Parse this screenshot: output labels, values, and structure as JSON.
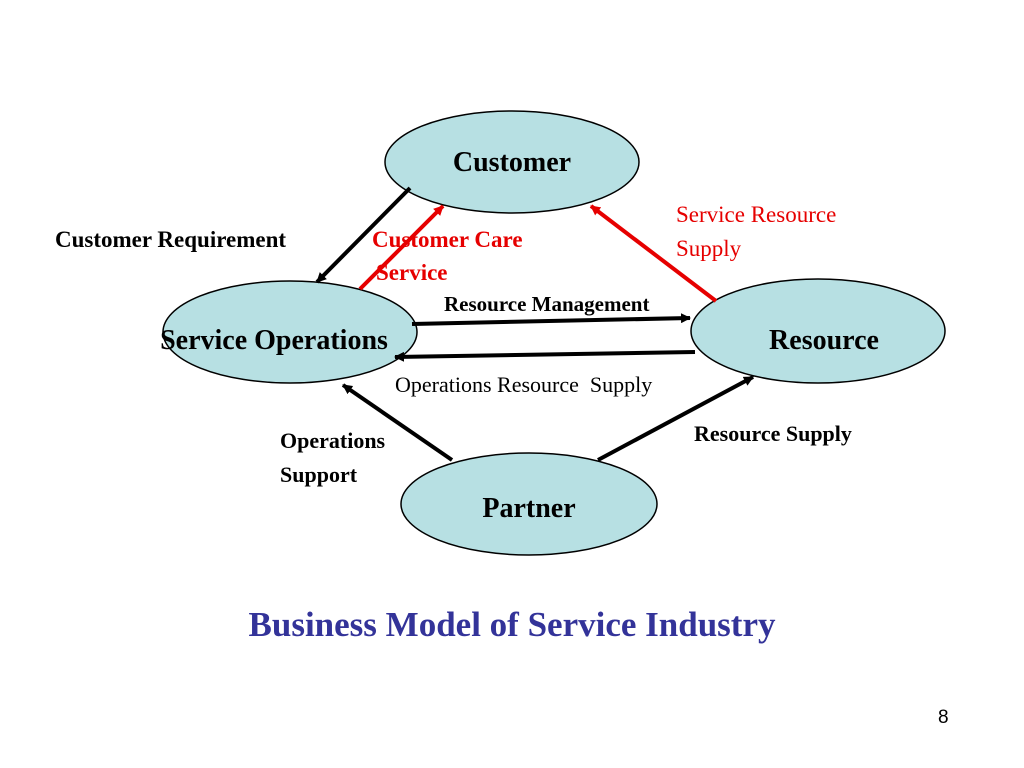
{
  "nodes": {
    "customer": "Customer",
    "service_operations": "Service Operations",
    "resource": "Resource",
    "partner": "Partner"
  },
  "flows": {
    "customer_requirement": "Customer Requirement",
    "customer_care_service": [
      "Customer Care",
      "Service"
    ],
    "service_resource_supply": [
      "Service Resource",
      "Supply"
    ],
    "resource_management": "Resource Management",
    "operations_resource_supply": "Operations Resource  Supply",
    "operations_support": [
      "Operations",
      "Support"
    ],
    "resource_supply": "Resource Supply"
  },
  "title": "Business Model of Service Industry",
  "page_number": "8",
  "colors": {
    "node_fill": "#b7e0e3",
    "red_flow": "#e60000",
    "black_flow": "#000000",
    "title": "#333399"
  }
}
